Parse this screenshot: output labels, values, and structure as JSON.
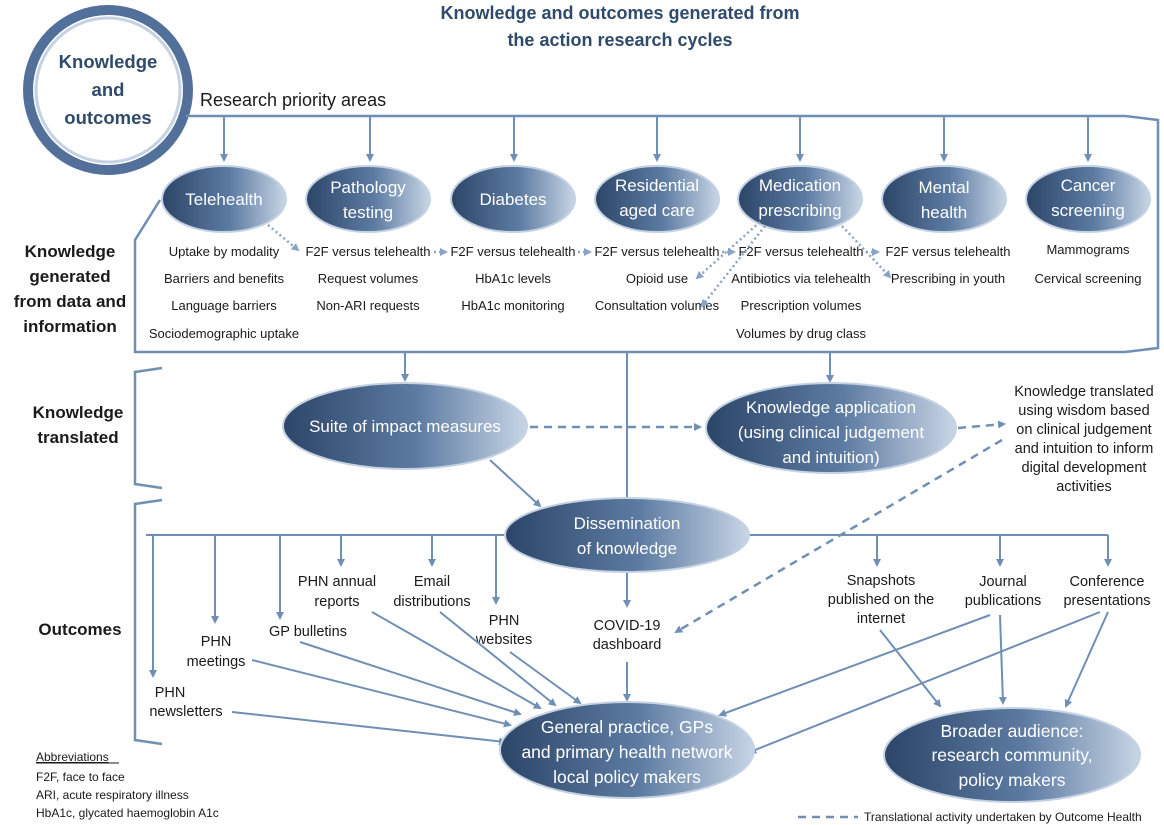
{
  "title": [
    "Knowledge and outcomes generated from",
    "the action research cycles"
  ],
  "circle_label": [
    "Knowledge",
    "and",
    "outcomes"
  ],
  "research_priority_label": "Research priority areas",
  "side_labels": {
    "knowledge_generated": [
      "Knowledge",
      "generated",
      "from data and",
      "information"
    ],
    "knowledge_translated": [
      "Knowledge",
      "translated"
    ],
    "outcomes": "Outcomes"
  },
  "areas": [
    {
      "name": [
        "Telehealth"
      ],
      "items": [
        "Uptake by modality",
        "Barriers and benefits",
        "Language barriers",
        "Sociodemographic uptake"
      ]
    },
    {
      "name": [
        "Pathology",
        "testing"
      ],
      "items": [
        "F2F versus telehealth",
        "Request volumes",
        "Non-ARI requests"
      ]
    },
    {
      "name": [
        "Diabetes"
      ],
      "items": [
        "F2F versus telehealth",
        "HbA1c levels",
        "HbA1c monitoring"
      ]
    },
    {
      "name": [
        "Residential",
        "aged care"
      ],
      "items": [
        "F2F versus telehealth",
        "Opioid use",
        "Consultation volumes"
      ]
    },
    {
      "name": [
        "Medication",
        "prescribing"
      ],
      "items": [
        "F2F versus telehealth",
        "Antibiotics via telehealth",
        "Prescription volumes",
        "Volumes by drug class"
      ]
    },
    {
      "name": [
        "Mental",
        "health"
      ],
      "items": [
        "F2F versus telehealth",
        "Prescribing in youth"
      ]
    },
    {
      "name": [
        "Cancer",
        "screening"
      ],
      "items": [
        "Mammograms",
        "Cervical screening"
      ]
    }
  ],
  "translated": {
    "impact": "Suite of impact measures",
    "application": [
      "Knowledge application",
      "(using clinical judgement",
      "and intuition)"
    ],
    "note": [
      "Knowledge translated",
      "using wisdom based",
      "on clinical judgement",
      "and intuition to inform",
      "digital development",
      "activities"
    ]
  },
  "dissemination": [
    "Dissemination",
    "of knowledge"
  ],
  "channels": {
    "newsletters": [
      "PHN",
      "newsletters"
    ],
    "meetings": [
      "PHN",
      "meetings"
    ],
    "bulletins": [
      "GP bulletins"
    ],
    "annual": [
      "PHN annual",
      "reports"
    ],
    "email": [
      "Email",
      "distributions"
    ],
    "websites": [
      "PHN",
      "websites"
    ],
    "covid": [
      "COVID-19",
      "dashboard"
    ],
    "snapshots": [
      "Snapshots",
      "published on the",
      "internet"
    ],
    "journal": [
      "Journal",
      "publications"
    ],
    "conference": [
      "Conference",
      "presentations"
    ]
  },
  "audiences": {
    "gp": [
      "General practice, GPs",
      "and primary health network",
      "local policy makers"
    ],
    "broad": [
      "Broader audience:",
      "research community,",
      "policy makers"
    ]
  },
  "abbreviations": {
    "heading": "Abbreviations",
    "items": [
      "F2F, face to face",
      "ARI, acute respiratory illness",
      "HbA1c, glycated haemoglobin A1c"
    ]
  },
  "legend": "Translational activity undertaken by Outcome Health",
  "colors": {
    "primary": "#6f8fb5",
    "dark": "#3a5478",
    "text": "#2f4a6b"
  }
}
